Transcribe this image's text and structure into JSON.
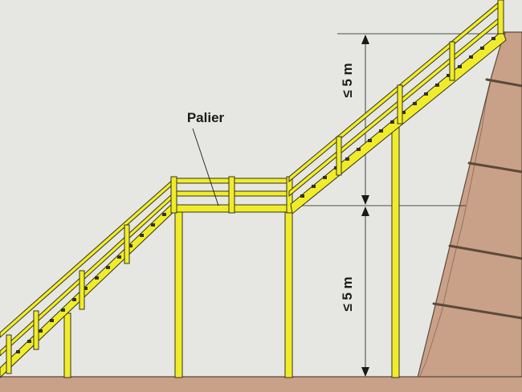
{
  "labels": {
    "landing": "Palier",
    "dim_upper": "≤ 5 m",
    "dim_lower": "≤ 5 m"
  },
  "colors": {
    "background": "#e6e6e3",
    "ground": "#c9a088",
    "rock": "#c9a088",
    "structure": "#f1ec2a",
    "outline": "#33331a",
    "anchor": "#5a4a3a",
    "dimension": "#1a1a1a"
  }
}
